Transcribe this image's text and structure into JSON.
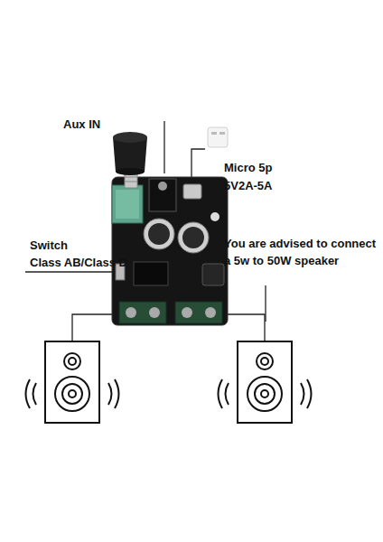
{
  "diagram": {
    "labels": [
      "Aux IN",
      "Micro 5p",
      "5V2A-5A",
      "Switch",
      "Class AB/Class D",
      "You are advised to connect a 5w to 50W speaker"
    ]
  }
}
